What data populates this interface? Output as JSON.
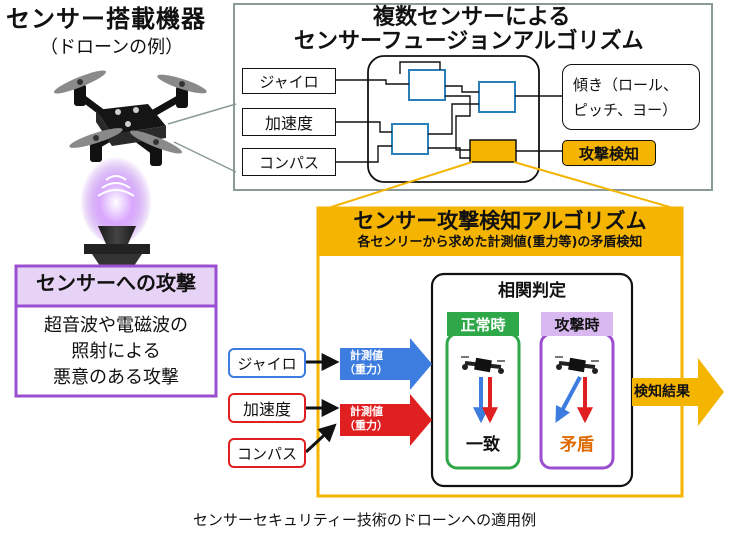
{
  "drone_panel": {
    "title": "センサー搭載機器",
    "subtitle": "（ドローンの例）"
  },
  "fusion": {
    "title_line1": "複数センサーによる",
    "title_line2": "センサーフュージョンアルゴリズム",
    "inputs": [
      "ジャイロ",
      "加速度",
      "コンパス"
    ],
    "output_line1": "傾き（ロール、",
    "output_line2": "ピッチ、ヨー）",
    "attack_detect": "攻撃検知"
  },
  "attack": {
    "title": "センサーへの攻撃",
    "body": [
      "超音波や電磁波の",
      "照射による",
      "悪意のある攻撃"
    ]
  },
  "detect": {
    "title": "センサー攻撃検知アルゴリズム",
    "subtitle": "各センリーから求めた計測値(重力等)の矛盾検知",
    "sensors": [
      "ジャイロ",
      "加速度",
      "コンパス"
    ],
    "measure_label": "計測値",
    "measure_sub": "（重力）",
    "correlation_title": "相関判定",
    "normal_label": "正常時",
    "attack_label": "攻撃時",
    "match_label": "一致",
    "contradiction_label": "矛盾",
    "result_label": "検知結果"
  },
  "caption": "センサーセキュリティー技術のドローンへの適用例",
  "colors": {
    "orange": "#f5b400",
    "purple": "#9a4fd0",
    "blue": "#3d7de0",
    "red": "#e02020",
    "green": "#2fa84a",
    "teal": "#2b7fb8"
  }
}
